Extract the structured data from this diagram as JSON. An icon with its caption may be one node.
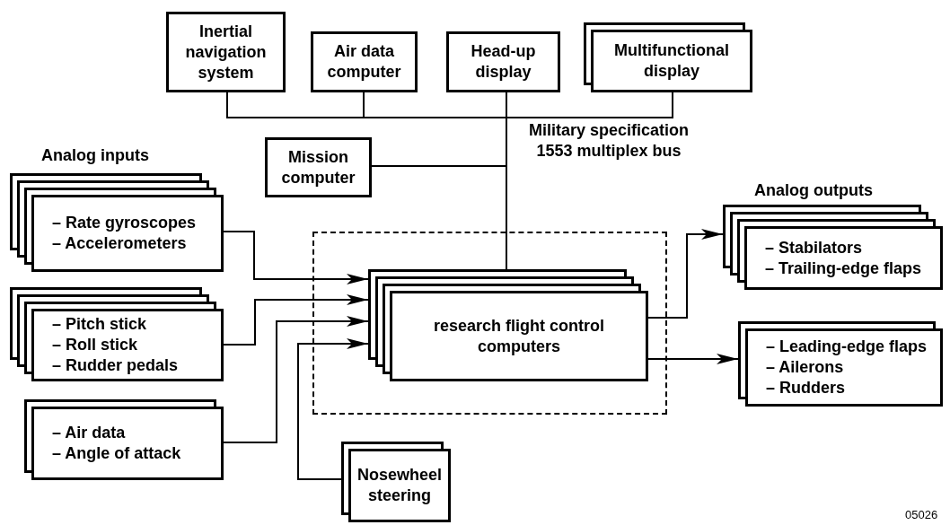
{
  "diagram": {
    "nodes": [
      {
        "text": [
          "Inertial navigation system"
        ]
      },
      {
        "text": [
          "Air data computer"
        ]
      },
      {
        "text": [
          "Head-up display"
        ]
      },
      {
        "text": [
          "Multifunctional display"
        ]
      },
      {
        "text": [
          "Mission computer"
        ]
      },
      {
        "text": [
          "– Rate gyroscopes",
          "– Accelerometers"
        ]
      },
      {
        "text": [
          "– Pitch stick",
          "– Roll stick",
          "– Rudder pedals"
        ]
      },
      {
        "text": [
          "– Air data",
          "– Angle of attack"
        ]
      },
      {
        "text": [],
        "shape": "box"
      },
      {
        "text": [
          "research flight control computers"
        ],
        "in": 8
      },
      {
        "text": [
          "Nosewheel steering"
        ]
      },
      {
        "text": [
          "– Stabilators",
          "– Trailing-edge flaps"
        ]
      },
      {
        "text": [
          "– Leading-edge flaps",
          "– Ailerons",
          "– Rudders"
        ]
      }
    ],
    "edges": [
      {
        "from": 0,
        "to": 9,
        "arrow": "none"
      },
      {
        "from": 1,
        "to": 9,
        "arrow": "none"
      },
      {
        "from": 2,
        "to": 9,
        "arrow": "none"
      },
      {
        "from": 3,
        "to": 9,
        "arrow": "none"
      },
      {
        "from": 4,
        "to": 9,
        "arrow": "none"
      },
      {
        "from": 5,
        "to": 9,
        "arrow": "to"
      },
      {
        "from": 6,
        "to": 9,
        "arrow": "to"
      },
      {
        "from": 7,
        "to": 9,
        "arrow": "to"
      },
      {
        "from": 10,
        "to": 9,
        "arrow": "to"
      },
      {
        "from": 9,
        "to": 11,
        "arrow": "to"
      },
      {
        "from": 9,
        "to": 12,
        "arrow": "to"
      }
    ],
    "labels": [
      "Military specification 1553 multiplex bus",
      "Analog inputs",
      "Analog outputs",
      "05026"
    ]
  }
}
